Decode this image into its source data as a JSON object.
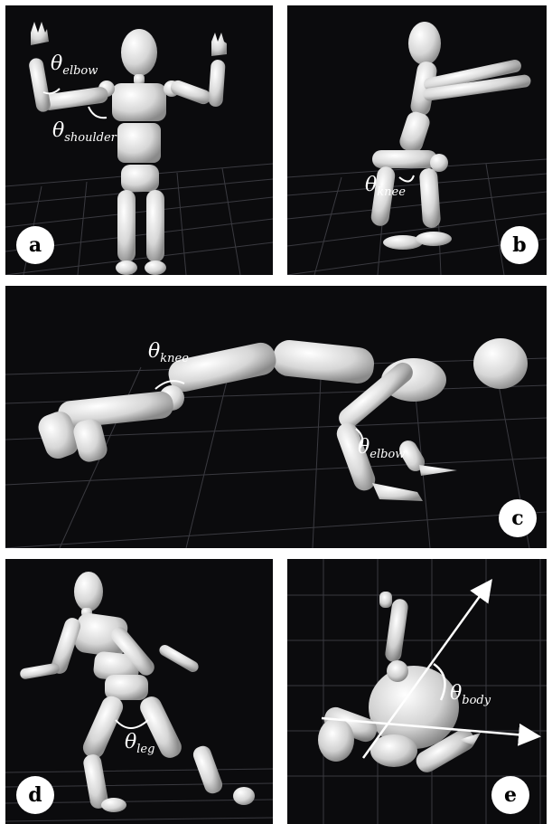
{
  "panels": {
    "a": {
      "badge": "a",
      "angles": [
        {
          "sym": "θ",
          "sub": "elbow"
        },
        {
          "sym": "θ",
          "sub": "shoulder"
        }
      ]
    },
    "b": {
      "badge": "b",
      "angles": [
        {
          "sym": "θ",
          "sub": "knee"
        }
      ]
    },
    "c": {
      "badge": "c",
      "angles": [
        {
          "sym": "θ",
          "sub": "knee"
        },
        {
          "sym": "θ",
          "sub": "elbow"
        }
      ]
    },
    "d": {
      "badge": "d",
      "angles": [
        {
          "sym": "θ",
          "sub": "leg"
        }
      ]
    },
    "e": {
      "badge": "e",
      "angles": [
        {
          "sym": "θ",
          "sub": "body"
        }
      ]
    }
  },
  "colors": {
    "background": "#0b0b0d",
    "figure": "#e6e6e6",
    "grid": "#3a3a40",
    "annotation": "#ffffff"
  }
}
